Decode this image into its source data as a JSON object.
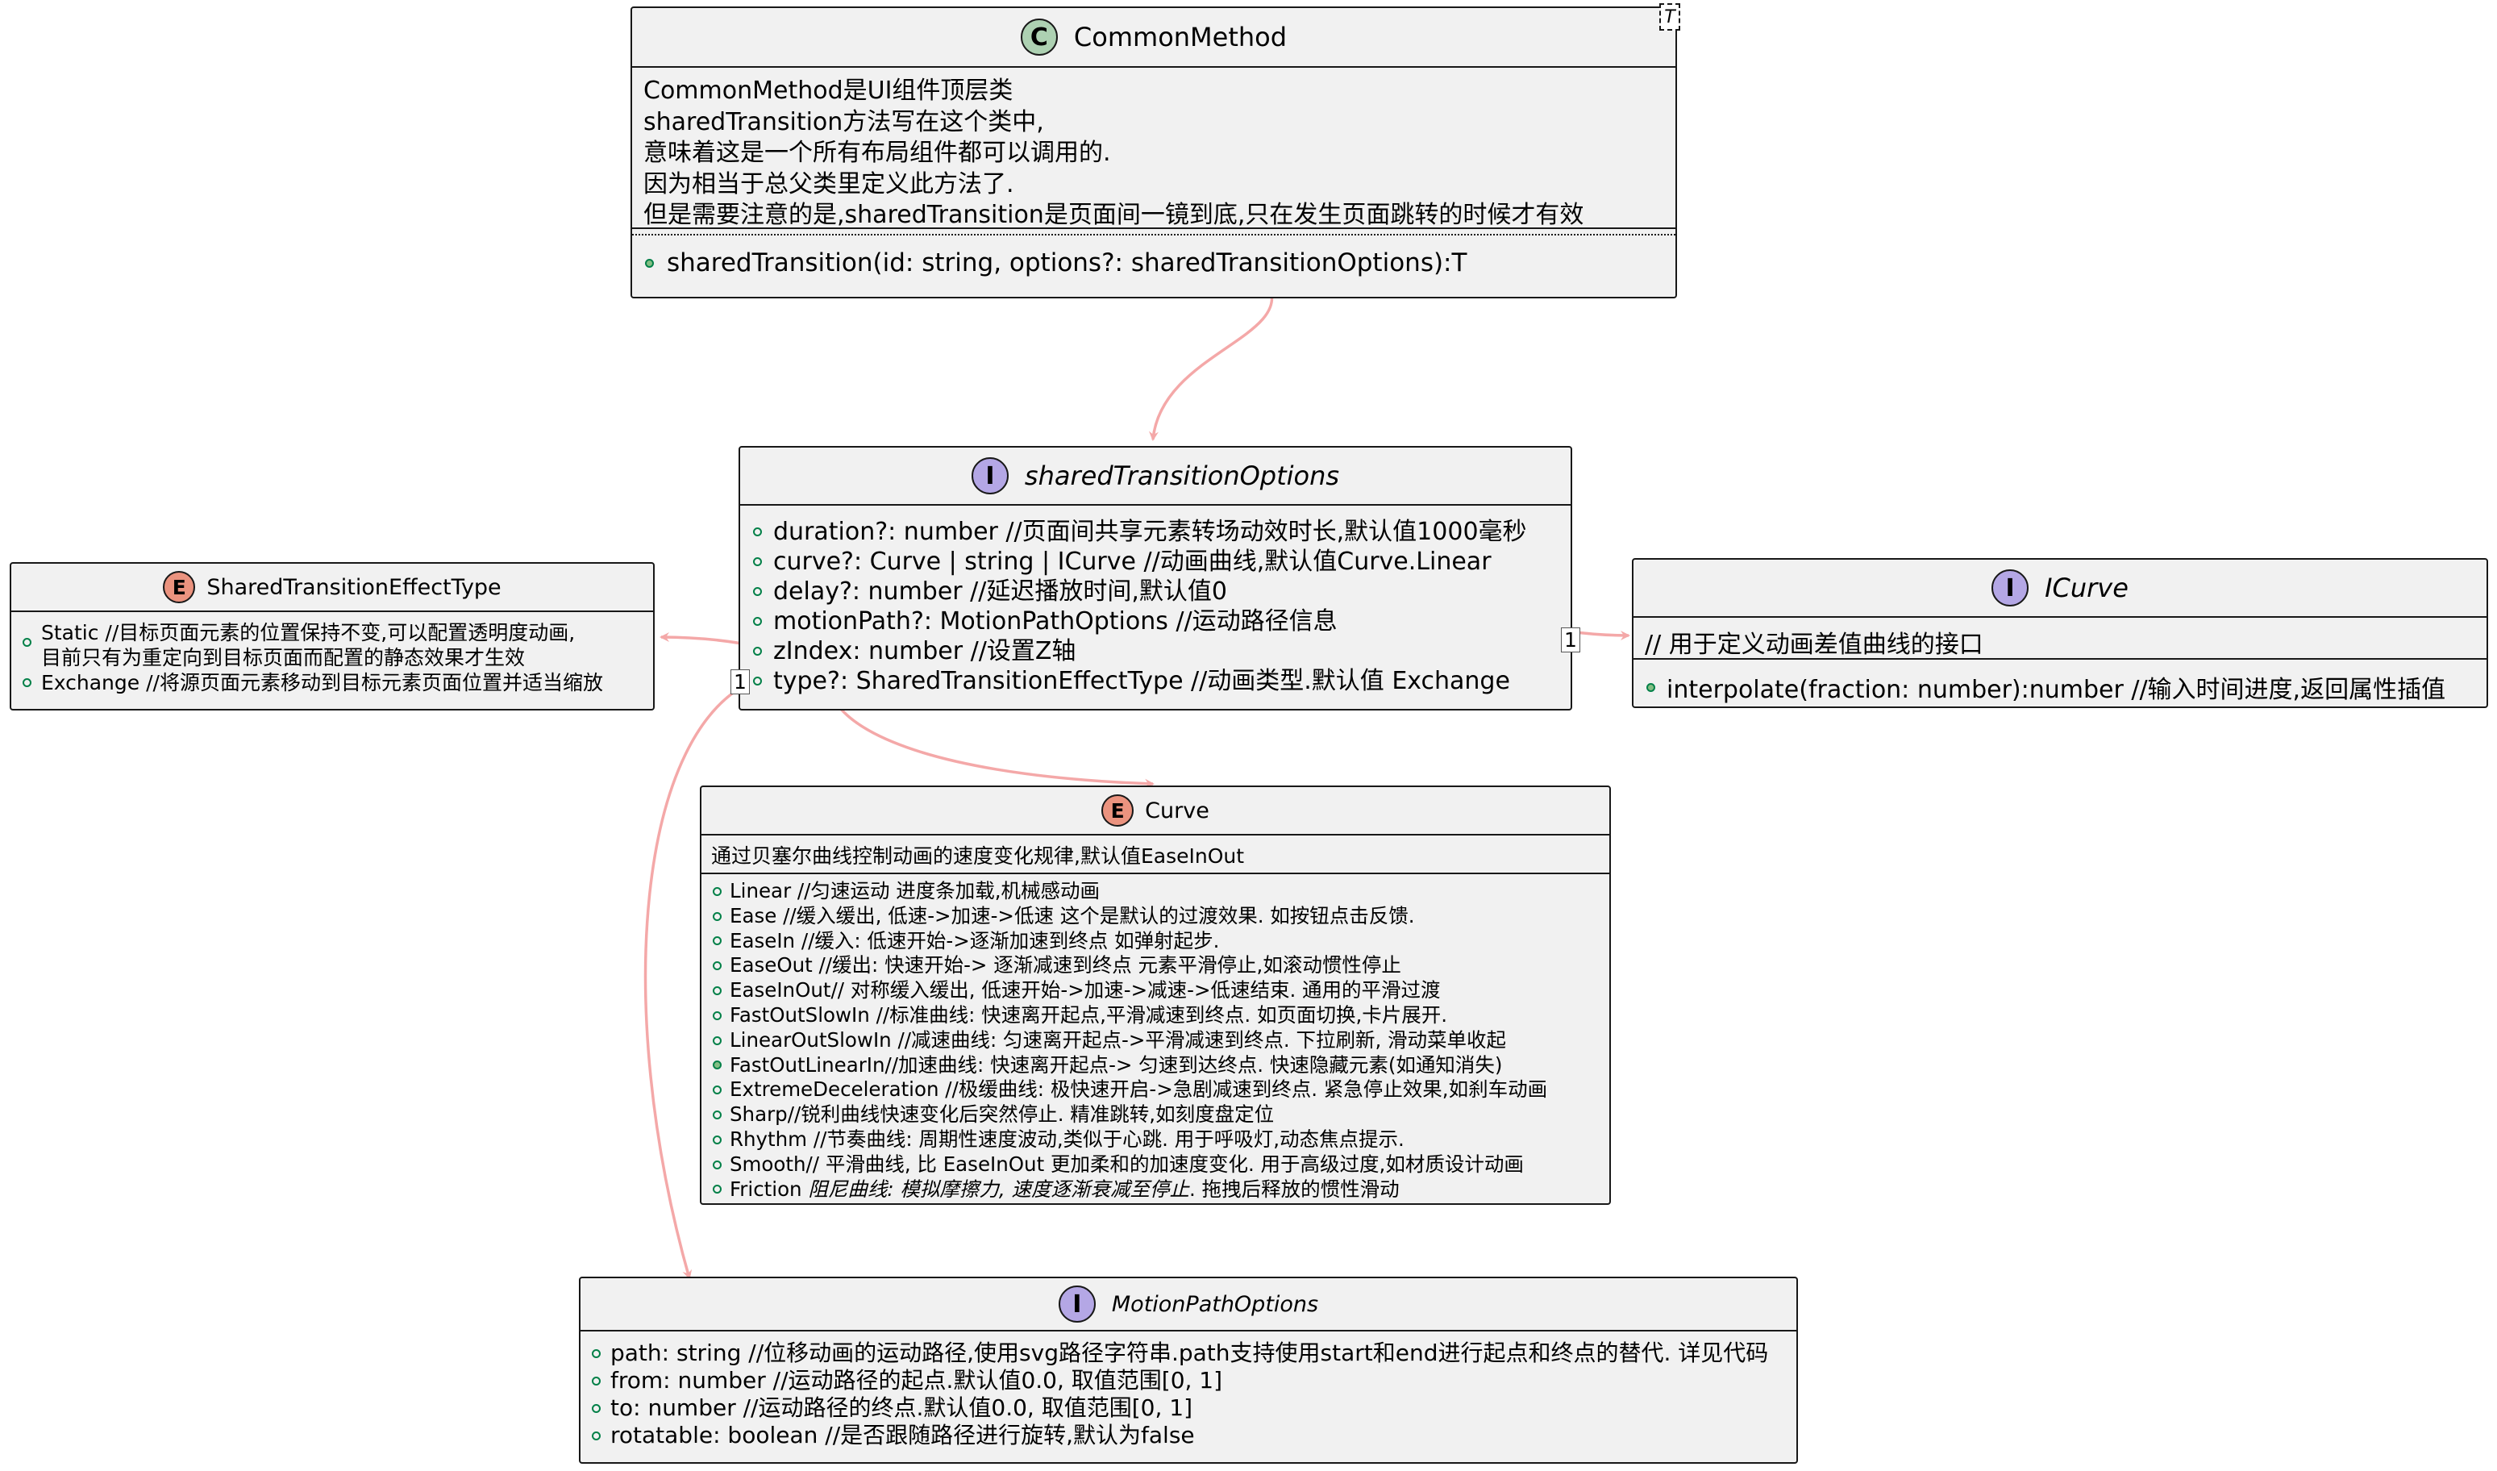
{
  "colors": {
    "box_fill": "#f1f1f1",
    "border": "#181818",
    "arrow": "#f4a8a8",
    "class_glyph": "#add1b2",
    "interface_glyph": "#b4a7e5",
    "enum_glyph": "#eb937f",
    "visibility_dot": "#038048"
  },
  "common_method": {
    "glyph": "C",
    "name": "CommonMethod",
    "template_param": "T",
    "notes": [
      "CommonMethod是UI组件顶层类",
      "sharedTransition方法写在这个类中,",
      "意味着这是一个所有布局组件都可以调用的.",
      "因为相当于总父类里定义此方法了.",
      "但是需要注意的是,sharedTransition是页面间一镜到底,只在发生页面跳转的时候才有效"
    ],
    "method": "sharedTransition(id: string, options?: sharedTransitionOptions):T"
  },
  "shared_transition_options": {
    "glyph": "I",
    "name": "sharedTransitionOptions",
    "fields": [
      "duration?: number //页面间共享元素转场动效时长,默认值1000毫秒",
      "curve?: Curve | string | ICurve //动画曲线,默认值Curve.Linear",
      "delay?: number //延迟播放时间,默认值0",
      "motionPath?: MotionPathOptions //运动路径信息",
      "zIndex: number //设置Z轴",
      "type?: SharedTransitionEffectType //动画类型.默认值 Exchange"
    ]
  },
  "effect_type": {
    "glyph": "E",
    "name": "SharedTransitionEffectType",
    "items": [
      [
        "Static //目标页面元素的位置保持不变,可以配置透明度动画,",
        "目前只有为重定向到目标页面而配置的静态效果才生效"
      ],
      [
        "Exchange //将源页面元素移动到目标元素页面位置并适当缩放"
      ]
    ]
  },
  "icurve": {
    "glyph": "I",
    "name": "ICurve",
    "note": "// 用于定义动画差值曲线的接口",
    "method": "interpolate(fraction: number):number //输入时间进度,返回属性插值"
  },
  "curve": {
    "glyph": "E",
    "name": "Curve",
    "note": "通过贝塞尔曲线控制动画的速度变化规律,默认值EaseInOut",
    "items": [
      {
        "text": "Linear //匀速运动 进度条加载,机械感动画"
      },
      {
        "text": "Ease //缓入缓出, 低速->加速->低速 这个是默认的过渡效果. 如按钮点击反馈."
      },
      {
        "text": "EaseIn //缓入: 低速开始->逐渐加速到终点 如弹射起步."
      },
      {
        "text": "EaseOut //缓出: 快速开始-> 逐渐减速到终点 元素平滑停止,如滚动惯性停止"
      },
      {
        "text": "EaseInOut// 对称缓入缓出, 低速开始->加速->减速->低速结束. 通用的平滑过渡"
      },
      {
        "text": "FastOutSlowIn //标准曲线: 快速离开起点,平滑减速到终点. 如页面切换,卡片展开."
      },
      {
        "text": "LinearOutSlowIn //减速曲线: 匀速离开起点->平滑减速到终点. 下拉刷新, 滑动菜单收起"
      },
      {
        "text": "FastOutLinearIn//加速曲线: 快速离开起点-> 匀速到达终点. 快速隐藏元素(如通知消失)"
      },
      {
        "text": "ExtremeDeceleration //极缓曲线: 极快速开启->急剧减速到终点. 紧急停止效果,如刹车动画"
      },
      {
        "text": "Sharp//锐利曲线快速变化后突然停止. 精准跳转,如刻度盘定位"
      },
      {
        "text": "Rhythm //节奏曲线: 周期性速度波动,类似于心跳. 用于呼吸灯,动态焦点提示."
      },
      {
        "text": "Smooth// 平滑曲线, 比 EaseInOut 更加柔和的加速度变化. 用于高级过度,如材质设计动画"
      },
      {
        "text": "Friction ",
        "italic": "阻尼曲线: 模拟摩擦力, 速度逐渐衰减至停止",
        "tail": ". 拖拽后释放的惯性滑动"
      }
    ]
  },
  "motion_path_options": {
    "glyph": "I",
    "name": "MotionPathOptions",
    "fields": [
      "path: string //位移动画的运动路径,使用svg路径字符串.path支持使用start和end进行起点和终点的替代. 详见代码",
      "from: number //运动路径的起点.默认值0.0, 取值范围[0, 1]",
      "to: number //运动路径的终点.默认值0.0, 取值范围[0, 1]",
      "rotatable: boolean //是否跟随路径进行旋转,默认为false"
    ]
  },
  "multiplicities": [
    "1",
    "1"
  ]
}
